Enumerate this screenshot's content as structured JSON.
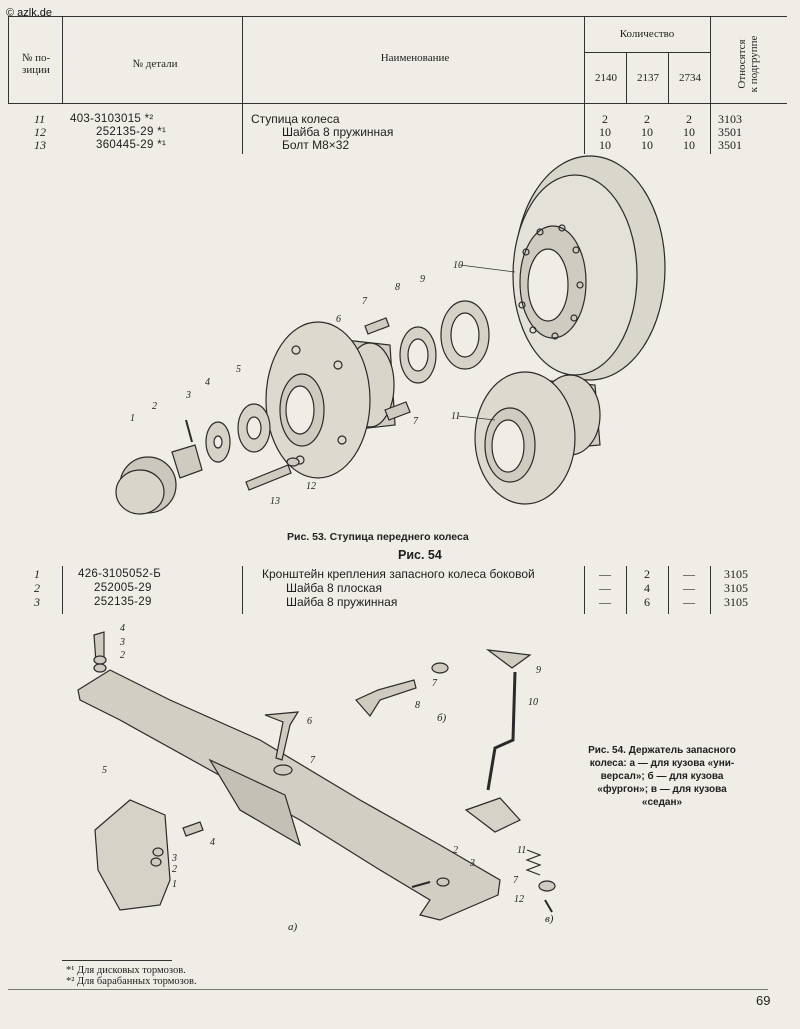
{
  "watermark": "© azlk.de",
  "header": {
    "pos_label": "№ по-\nзиции",
    "part_label": "№ детали",
    "name_label": "Наименование",
    "qty_label": "Количество",
    "models": [
      "2140",
      "2137",
      "2734"
    ],
    "group_label": "Относятся\nк подгруппе"
  },
  "table1": {
    "rows": [
      {
        "pos": "11",
        "part": "403-3103015 *²",
        "name": "Ступица колеса",
        "qty": [
          "2",
          "2",
          "2"
        ],
        "group": "3103"
      },
      {
        "pos": "12",
        "part": "252135-29 *¹",
        "name": "Шайба 8 пружинная",
        "qty": [
          "10",
          "10",
          "10"
        ],
        "group": "3501"
      },
      {
        "pos": "13",
        "part": "360445-29 *¹",
        "name": "Болт М8×32",
        "qty": [
          "10",
          "10",
          "10"
        ],
        "group": "3501"
      }
    ]
  },
  "fig53": {
    "caption": "Рис. 53. Ступица переднего колеса",
    "callouts": [
      "1",
      "2",
      "3",
      "4",
      "5",
      "6",
      "7",
      "8",
      "9",
      "10",
      "11",
      "7",
      "12",
      "13"
    ]
  },
  "fig54_title": "Рис. 54",
  "table2": {
    "rows": [
      {
        "pos": "1",
        "part": "426-3105052-Б",
        "name": "Кронштейн крепления запасного колеса боковой",
        "qty": [
          "—",
          "2",
          "—"
        ],
        "group": "3105"
      },
      {
        "pos": "2",
        "part": "252005-29",
        "name": "Шайба 8 плоская",
        "qty": [
          "—",
          "4",
          "—"
        ],
        "group": "3105"
      },
      {
        "pos": "3",
        "part": "252135-29",
        "name": "Шайба 8 пружинная",
        "qty": [
          "—",
          "6",
          "—"
        ],
        "group": "3105"
      }
    ]
  },
  "fig54": {
    "caption_lines": [
      "Рис. 54. Держатель запасного",
      "колеса: а — для кузова «уни-",
      "версал»; б — для кузова",
      "«фургон»; в — для кузова",
      "«седан»"
    ],
    "sub_labels": [
      "а)",
      "б)",
      "в)"
    ],
    "callouts": [
      "4",
      "3",
      "2",
      "5",
      "6",
      "7",
      "7",
      "8",
      "9",
      "10",
      "4",
      "3",
      "2",
      "1",
      "2",
      "3",
      "11",
      "7",
      "12"
    ]
  },
  "footnotes": [
    "*¹ Для дисковых тормозов.",
    "*² Для барабанных тормозов."
  ],
  "page_number": "69"
}
